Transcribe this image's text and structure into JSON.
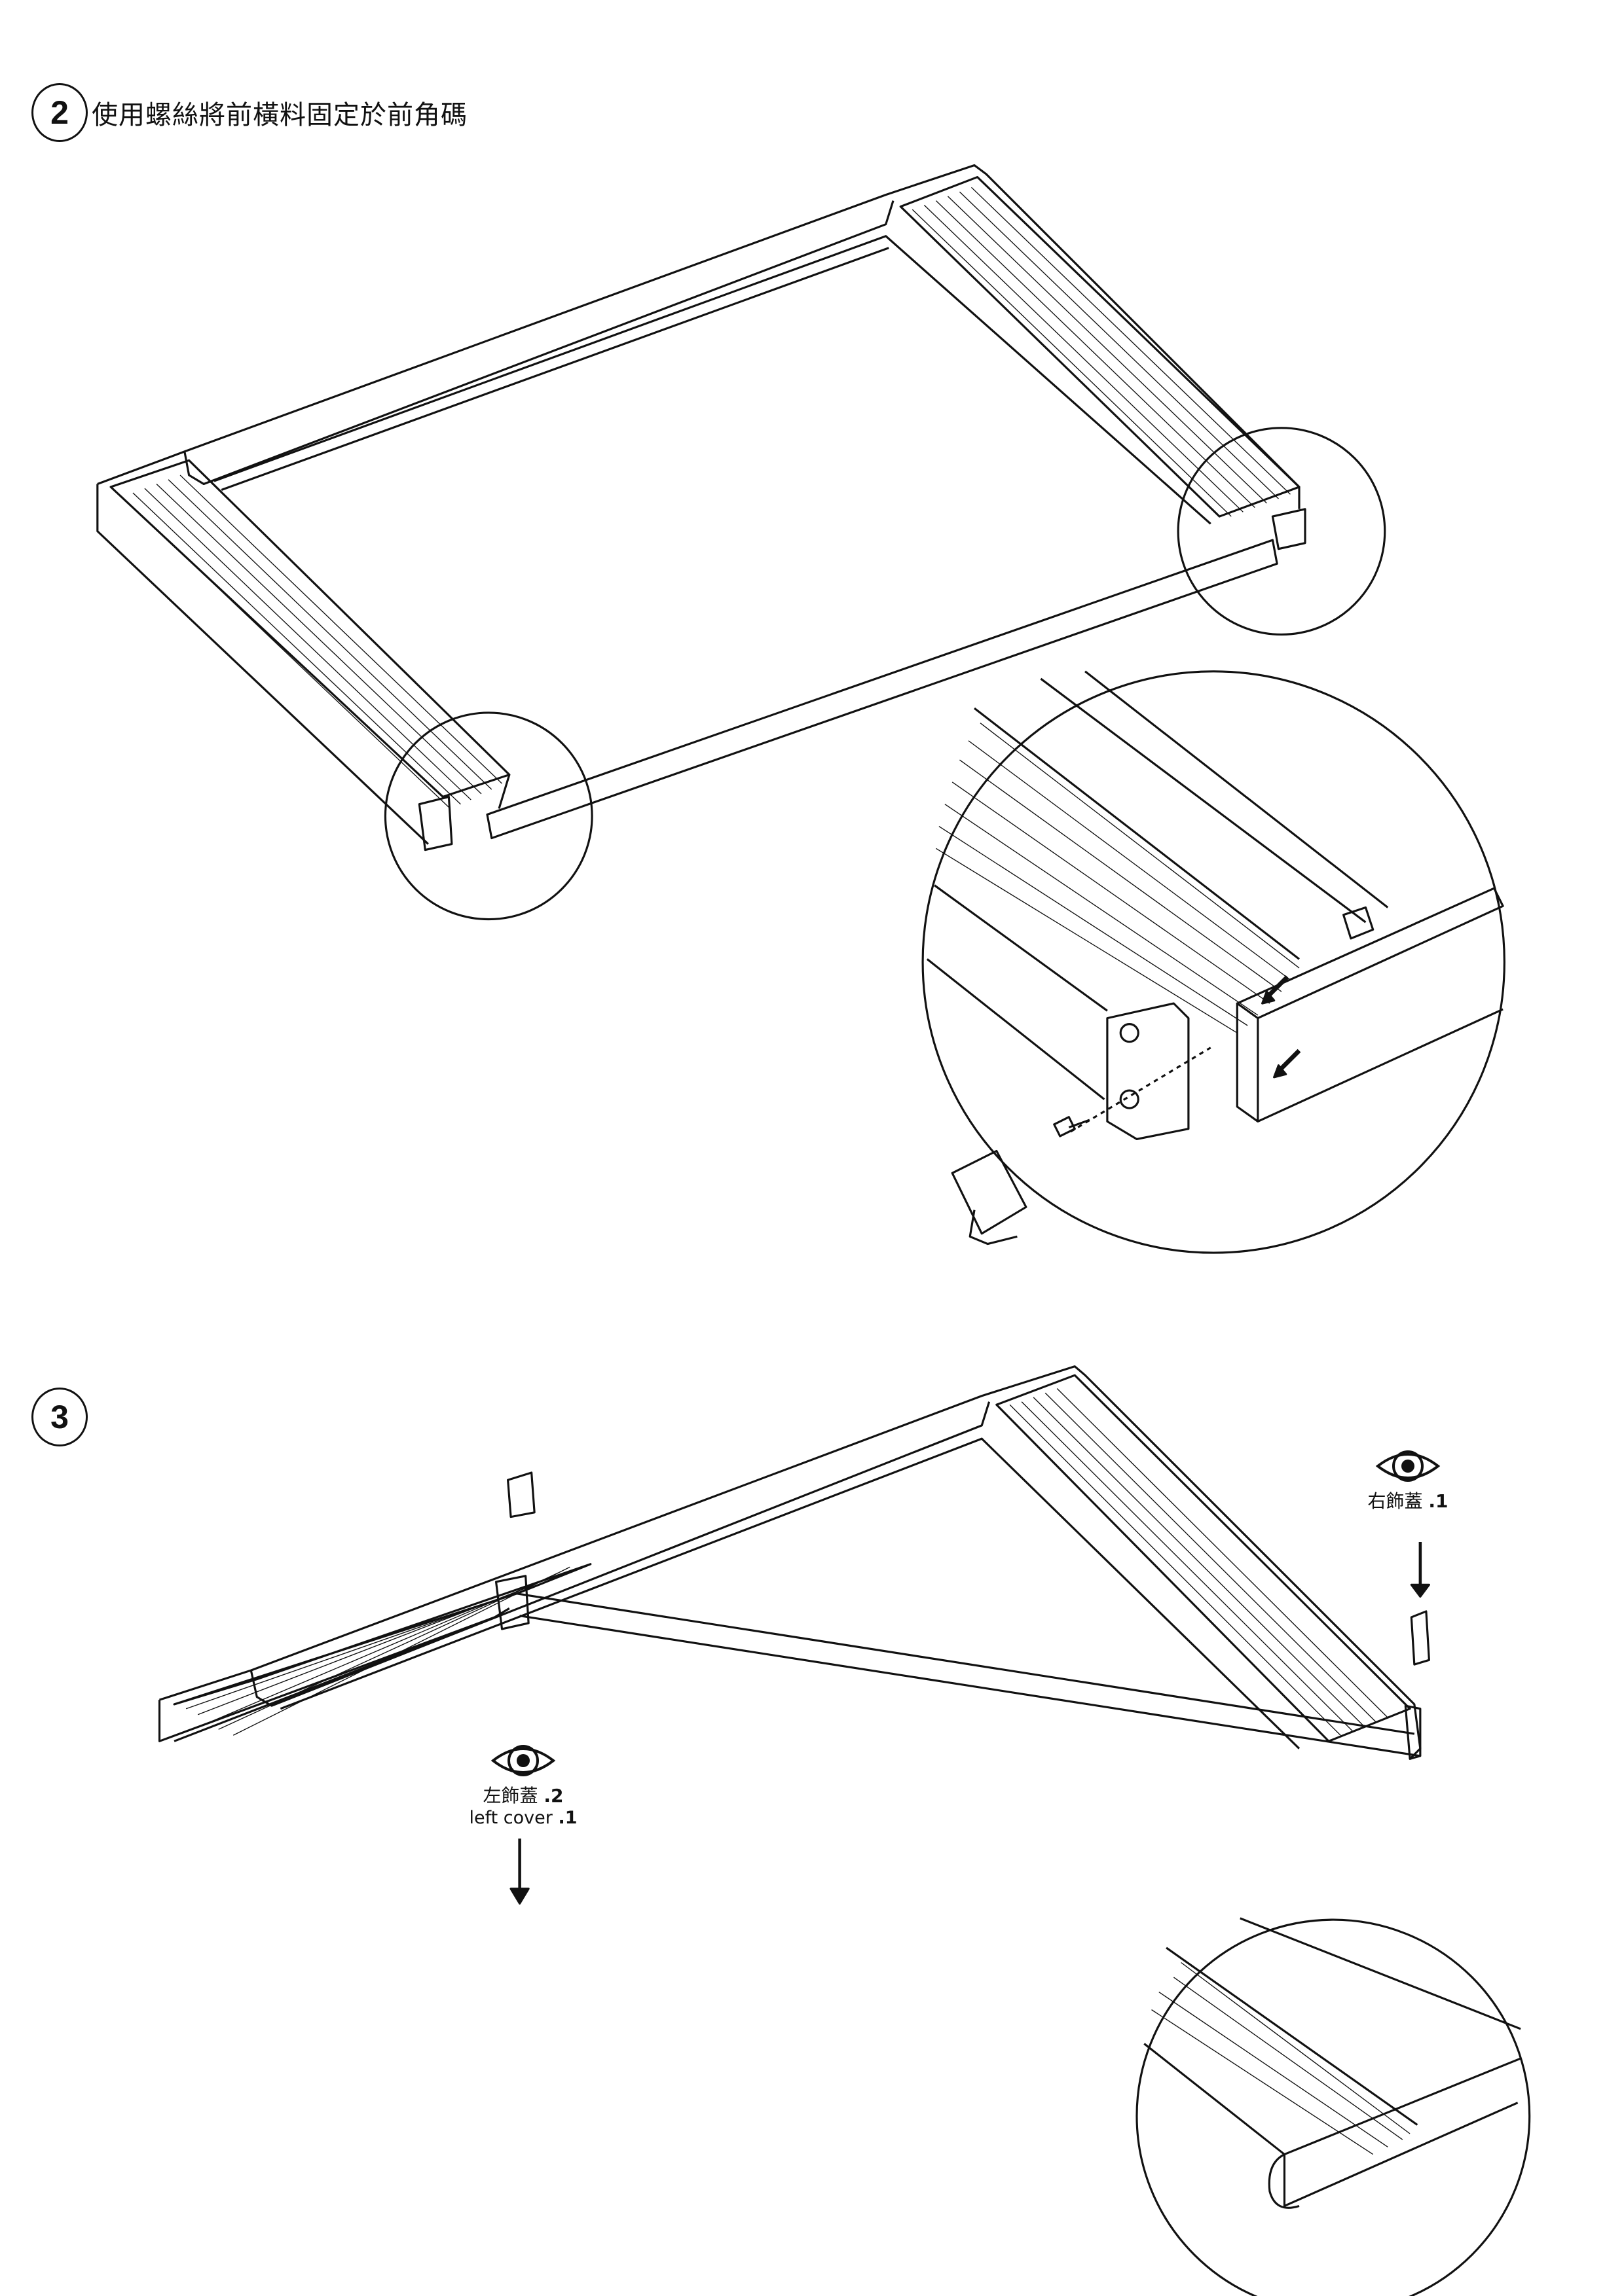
{
  "step2": {
    "number": "2",
    "instruction": "使用螺絲將前橫料固定於前角碼"
  },
  "step3": {
    "number": "3",
    "right_cover": {
      "label_zh": "右飾蓋",
      "qty": ".1",
      "icon": "eye-icon"
    },
    "left_cover": {
      "label_zh": "左飾蓋",
      "qty_zh": ".2",
      "label_en": "left cover",
      "qty_en": ".1",
      "icon": "eye-icon"
    }
  },
  "colors": {
    "ink": "#111111",
    "background": "#ffffff"
  }
}
